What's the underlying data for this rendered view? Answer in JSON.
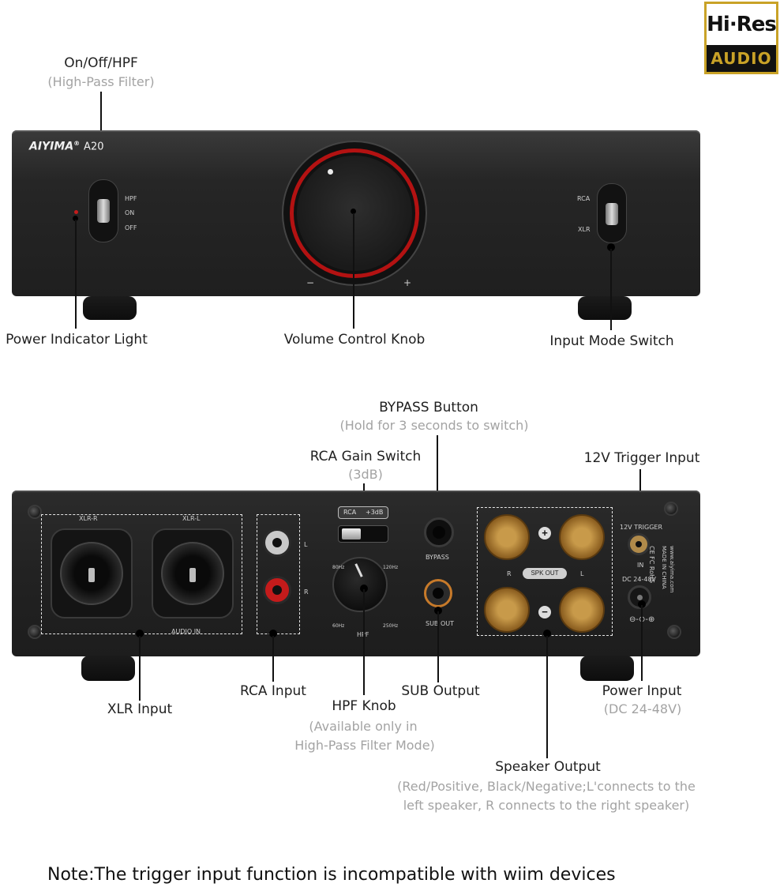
{
  "badge": {
    "line1": "Hi·Res",
    "line2": "AUDIO"
  },
  "front_panel": {
    "brand": "AIYIMA",
    "reg": "®",
    "model": "A20",
    "switch_left": {
      "hpf": "HPF",
      "on": "ON",
      "off": "OFF"
    },
    "switch_right": {
      "rca": "RCA",
      "xlr": "XLR"
    },
    "minus": "−",
    "plus": "+"
  },
  "front_labels": {
    "onoff": {
      "title": "On/Off/HPF",
      "sub": "(High-Pass Filter)"
    },
    "power_light": "Power Indicator Light",
    "volume": "Volume Control Knob",
    "input_mode": "Input Mode Switch"
  },
  "rear_panel": {
    "xlr_r": "XLR-R",
    "xlr_l": "XLR-L",
    "audio_in": "AUDIO IN",
    "rca_l": "L",
    "rca_r": "R",
    "rca_gain_rca": "RCA",
    "rca_gain_3db": "+3dB",
    "hpf_marks": [
      "80Hz",
      "120Hz",
      "60Hz",
      "250Hz"
    ],
    "hpf": "HPF",
    "bypass": "BYPASS",
    "sub_out": "SUB OUT",
    "spk_r": "R",
    "spk_l": "L",
    "spk_out": "SPK OUT",
    "plus": "+",
    "minus": "−",
    "trigger": "12V TRIGGER",
    "trigger_in": "IN",
    "dc": "DC 24-48V",
    "cert": "CE FC RoHS",
    "made": "MADE IN CHINA",
    "site": "www.aiyima.com"
  },
  "rear_labels": {
    "bypass": {
      "title": "BYPASS Button",
      "sub": "(Hold for 3 seconds to switch)"
    },
    "rca_gain": {
      "title": "RCA Gain Switch",
      "sub": "(3dB)"
    },
    "trigger": "12V Trigger Input",
    "xlr_input": "XLR Input",
    "rca_input": "RCA Input",
    "hpf_knob": {
      "title": "HPF Knob",
      "sub1": "(Available only in",
      "sub2": "High-Pass Filter Mode)"
    },
    "sub_output": "SUB Output",
    "power_input": {
      "title": "Power Input",
      "sub": "(DC 24-48V)"
    },
    "speaker_output": {
      "title": "Speaker Output",
      "sub1": "(Red/Positive, Black/Negative;L'connects to the",
      "sub2": "left speaker, R connects to the right speaker)"
    }
  },
  "note": "Note:The trigger input function is incompatible with wiim devices",
  "colors": {
    "knob_ring": "#b31212",
    "badge_gold": "#c9a227",
    "panel": "#2a2a2a",
    "sub_text": "#a3a3a3"
  }
}
